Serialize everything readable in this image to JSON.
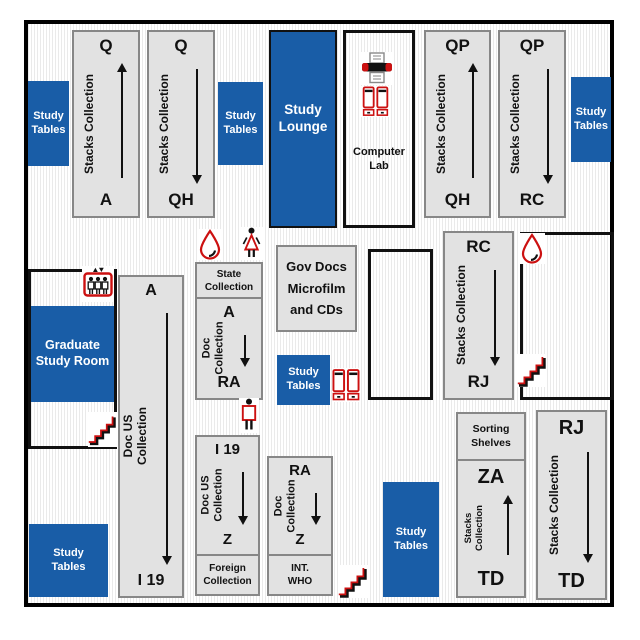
{
  "colors": {
    "accent_blue": "#195da7",
    "stack_fill": "#e2e2e2",
    "stack_border": "#878787",
    "icon_red": "#cc1111"
  },
  "areas": {
    "study_tables_top_left": "Study\nTables",
    "study_tables_top_mid": "Study\nTables",
    "study_lounge": "Study\nLounge",
    "study_tables_top_right": "Study\nTables",
    "computer_lab": "Computer\nLab",
    "gov_docs": "Gov Docs\nMicrofilm\nand CDs",
    "graduate_study_room": "Graduate\nStudy Room",
    "study_tables_mid": "Study\nTables",
    "study_tables_bottom_left": "Study\nTables",
    "study_tables_bottom_mid": "Study\nTables"
  },
  "stacks": [
    {
      "top": "Q",
      "side": "Stacks Collection",
      "bottom": "A",
      "direction": "up"
    },
    {
      "top": "Q",
      "side": "Stacks Collection",
      "bottom": "QH",
      "direction": "down"
    },
    {
      "top": "QP",
      "side": "Stacks Collection",
      "bottom": "QH",
      "direction": "up"
    },
    {
      "top": "QP",
      "side": "Stacks Collection",
      "bottom": "RC",
      "direction": "down"
    },
    {
      "top": "RC",
      "side": "Stacks Collection",
      "bottom": "RJ",
      "direction": "down"
    },
    {
      "header": "State\nCollection",
      "top": "A",
      "side": "Doc\nCollection",
      "bottom": "RA",
      "direction": "down"
    },
    {
      "top": "A",
      "side": "Doc US\nCollection",
      "bottom": "I 19",
      "direction": "down"
    },
    {
      "top": "I 19",
      "side": "Doc US\nCollection",
      "bottom": "Z",
      "footer": "Foreign\nCollection",
      "direction": "down"
    },
    {
      "top": "RA",
      "side": "Doc\nCollection",
      "bottom": "Z",
      "footer": "INT.\nWHO",
      "direction": "down"
    },
    {
      "header": "Sorting\nShelves",
      "top": "ZA",
      "side": "Stacks\nCollection",
      "bottom": "TD",
      "direction": "up"
    },
    {
      "top": "RJ",
      "side": "Stacks Collection",
      "bottom": "TD",
      "direction": "down"
    }
  ],
  "icons": {
    "elevator": "elevator",
    "water_fountain": "water-fountain",
    "womens_restroom": "womens-restroom",
    "mens_restroom": "mens-restroom",
    "printer": "printer",
    "computers": "computer-workstations",
    "stairs": "stairs"
  }
}
